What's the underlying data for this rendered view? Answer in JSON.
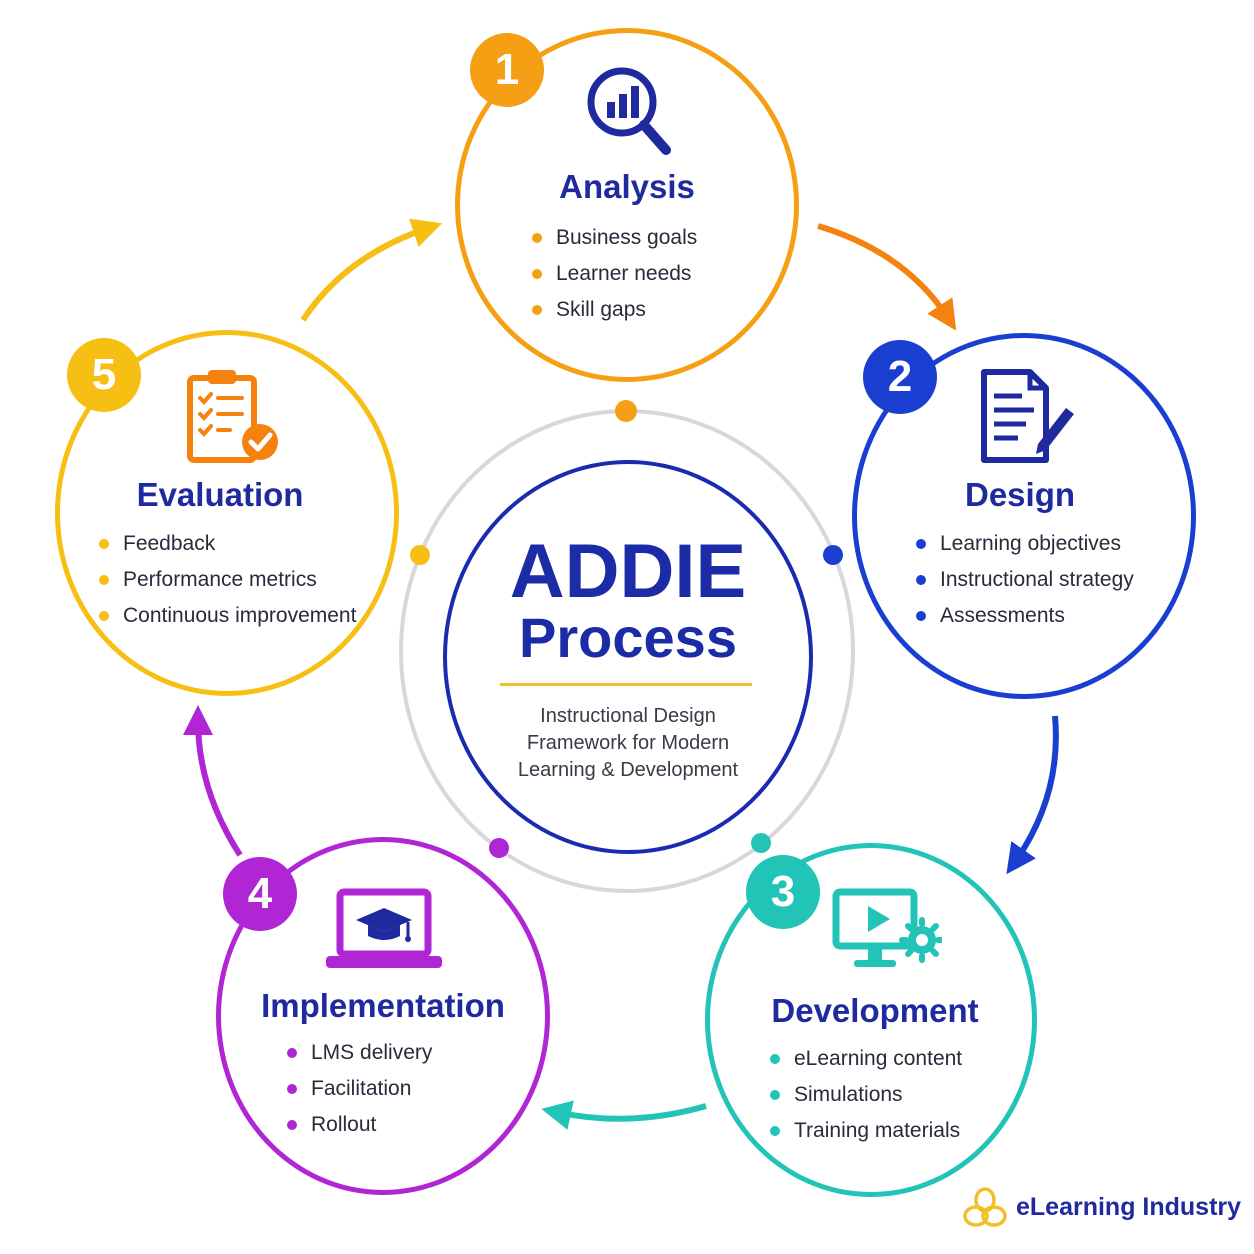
{
  "center": {
    "title_line1": "ADDIE",
    "title_line2": "Process",
    "subtitle_line1": "Instructional Design",
    "subtitle_line2": "Framework for Modern",
    "subtitle_line3": "Learning & Development"
  },
  "stages": [
    {
      "number": "1",
      "title": "Analysis",
      "icon": "magnifier-chart-icon",
      "color": "#f5a014",
      "items": [
        "Business goals",
        "Learner needs",
        "Skill gaps"
      ]
    },
    {
      "number": "2",
      "title": "Design",
      "icon": "document-pencil-icon",
      "color": "#1a3fd0",
      "items": [
        "Learning objectives",
        "Instructional strategy",
        "Assessments"
      ]
    },
    {
      "number": "3",
      "title": "Development",
      "icon": "monitor-play-gear-icon",
      "color": "#22c4b8",
      "items": [
        "eLearning content",
        "Simulations",
        "Training materials"
      ]
    },
    {
      "number": "4",
      "title": "Implementation",
      "icon": "laptop-graduation-cap-icon",
      "color": "#b026d4",
      "items": [
        "LMS delivery",
        "Facilitation",
        "Rollout"
      ]
    },
    {
      "number": "5",
      "title": "Evaluation",
      "icon": "clipboard-checklist-icon",
      "color": "#f7be14",
      "items": [
        "Feedback",
        "Performance metrics",
        "Continuous improvement"
      ]
    }
  ],
  "brand": {
    "name": "eLearning Industry",
    "logo_icon": "elearning-industry-logo-icon",
    "color": "#f2c026"
  },
  "colors": {
    "navy": "#1f2a9e",
    "ring": "#d8d8dc",
    "arrow_orange": "#f5820e"
  }
}
